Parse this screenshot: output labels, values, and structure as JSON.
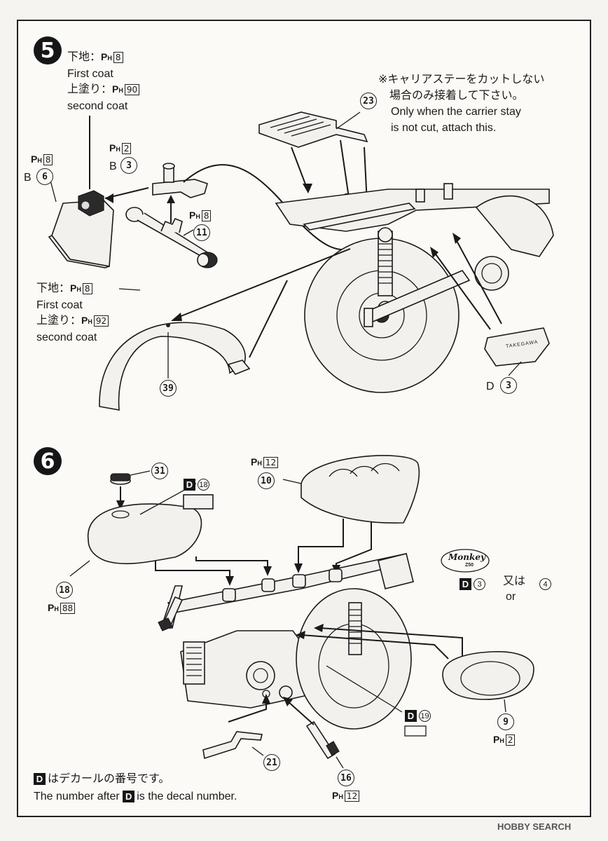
{
  "step5": {
    "number": "5",
    "paint_top": {
      "base_label": "下地：",
      "base_code": "8",
      "first_coat": "First coat",
      "top_label": "上塗り：",
      "top_code": "90",
      "second_coat": "second coat"
    },
    "paint_fender": {
      "base_label": "下地：",
      "base_code": "8",
      "first_coat": "First coat",
      "top_label": "上塗り：",
      "top_code": "92",
      "second_coat": "second coat"
    },
    "note_jp_1": "※キャリアステーをカットしない",
    "note_jp_2": "場合のみ接着して下さい。",
    "note_en_1": "Only when the carrier stay",
    "note_en_2": "is not cut, attach this.",
    "ph_light_code": "8",
    "light_letter": "B",
    "light_part": "6",
    "ph_bracket_code": "2",
    "bracket_letter": "B",
    "bracket_part": "3",
    "ph_stay_code": "8",
    "stay_part": "11",
    "carrier_part": "23",
    "fender_part": "39",
    "cover_letter": "D",
    "cover_part": "3",
    "cover_marking": "TAKEGAWA"
  },
  "step6": {
    "number": "6",
    "cap_part": "31",
    "tank_decal_letter": "D",
    "tank_decal_num": "18",
    "seat_ph_code": "12",
    "seat_part": "10",
    "tank_part": "18",
    "tank_ph_code": "88",
    "badge_text": "Monkey",
    "badge_sub": "Z50",
    "side_decal_letter": "D",
    "side_decal_a": "3",
    "side_decal_mid_jp": "又は",
    "side_decal_or": "or",
    "side_decal_b": "4",
    "engine_decal_letter": "D",
    "engine_decal_num": "19",
    "side_cover_part": "9",
    "side_cover_ph_code": "2",
    "pedal_part": "21",
    "plug_part": "16",
    "plug_ph_code": "12"
  },
  "footer": {
    "legend_letter": "D",
    "legend_jp": "はデカールの番号です。",
    "legend_en_pre": "The number after",
    "legend_en_letter": "D",
    "legend_en_post": "is the decal number.",
    "watermark": "HOBBY SEARCH"
  },
  "paint_prefix": "P",
  "paint_prefix_sub": "H"
}
